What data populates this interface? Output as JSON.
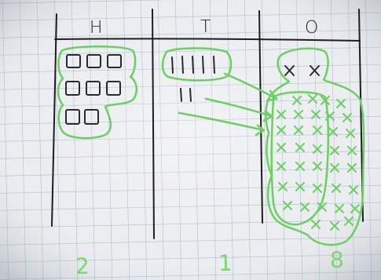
{
  "columns": [
    {
      "header": "H",
      "total": "2"
    },
    {
      "header": "T",
      "total": "1"
    },
    {
      "header": "O",
      "total": "8"
    }
  ],
  "colors": {
    "paper": "#ecedf0",
    "grid": "#9fb4c4",
    "pen": "#1e1e1e",
    "marker": "#6ccf63"
  }
}
